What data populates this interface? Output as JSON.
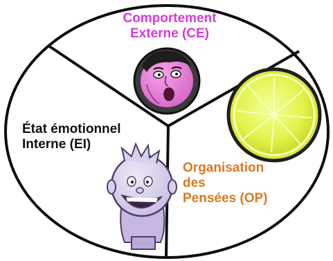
{
  "sections": {
    "ce": {
      "line1": "Comportement",
      "line2": "Externe (CE)",
      "color": "#d63ad6"
    },
    "ei": {
      "line1": "État émotionnel",
      "line2": "Interne (EI)",
      "color": "#111111"
    },
    "op": {
      "line1": "Organisation",
      "line2": "des",
      "line3": "Pensées (OP)",
      "color": "#d97a1f"
    }
  },
  "icons": {
    "ce": "surprised-woman-face-icon",
    "op": "lemon-slice-icon",
    "ei": "grinning-cartoon-boy-icon"
  }
}
